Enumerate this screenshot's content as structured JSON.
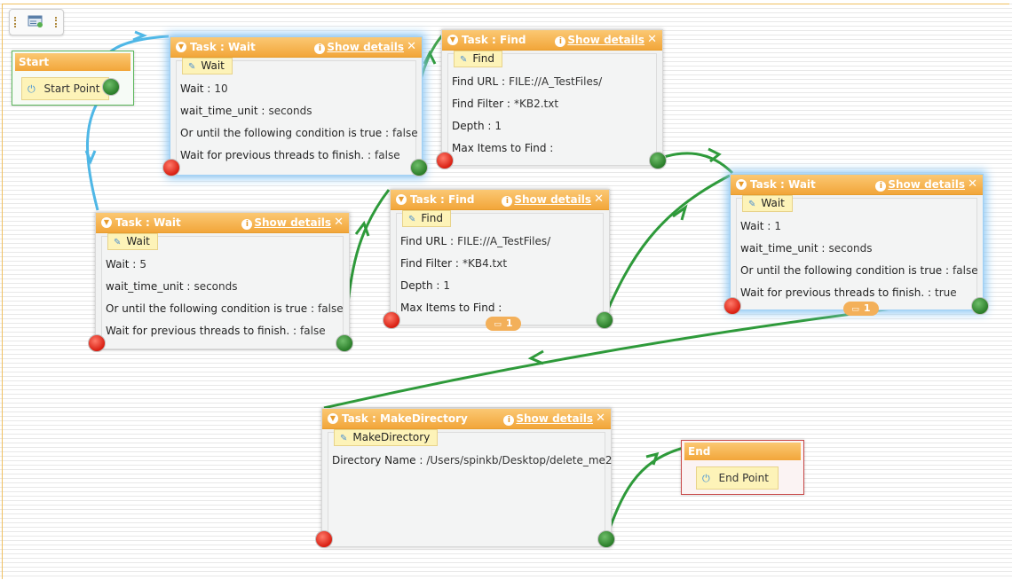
{
  "colors": {
    "header_orange": "#f2a63a",
    "edge_blue": "#4fb7e6",
    "edge_green": "#2e9a3a",
    "port_green": "#2a7d29",
    "port_red": "#d91f12",
    "selection_glow": "#8cc8f4"
  },
  "icons": {
    "toolbar": "properties-icon",
    "collapse": "chevron-down-icon",
    "info": "info-icon",
    "close": "close-icon",
    "edit": "pencil-icon",
    "power": "power-icon",
    "comment": "comment-icon"
  },
  "start": {
    "title": "Start",
    "point_label": "Start Point"
  },
  "end": {
    "title": "End",
    "point_label": "End Point"
  },
  "tasks": [
    {
      "title": "Task : Wait",
      "details": "Show details",
      "name": "Wait",
      "props": [
        {
          "key": "Wait :",
          "value": "10"
        },
        {
          "key": "wait_time_unit :",
          "value": "seconds"
        },
        {
          "key": "Or until the following condition is true :",
          "value": "false"
        },
        {
          "key": "Wait for previous threads to finish. :",
          "value": "false"
        }
      ]
    },
    {
      "title": "Task : Find",
      "details": "Show details",
      "name": "Find",
      "props": [
        {
          "key": "Find URL :",
          "value": "FILE://A_TestFiles/"
        },
        {
          "key": "Find Filter :",
          "value": "*KB2.txt"
        },
        {
          "key": "Depth :",
          "value": "1"
        },
        {
          "key": "Max Items to Find :",
          "value": ""
        }
      ]
    },
    {
      "title": "Task : Wait",
      "details": "Show details",
      "name": "Wait",
      "props": [
        {
          "key": "Wait :",
          "value": "5"
        },
        {
          "key": "wait_time_unit :",
          "value": "seconds"
        },
        {
          "key": "Or until the following condition is true :",
          "value": "false"
        },
        {
          "key": "Wait for previous threads to finish. :",
          "value": "false"
        }
      ]
    },
    {
      "title": "Task : Find",
      "details": "Show details",
      "name": "Find",
      "props": [
        {
          "key": "Find URL :",
          "value": "FILE://A_TestFiles/"
        },
        {
          "key": "Find Filter :",
          "value": "*KB4.txt"
        },
        {
          "key": "Depth :",
          "value": "1"
        },
        {
          "key": "Max Items to Find :",
          "value": ""
        }
      ],
      "badge": "1"
    },
    {
      "title": "Task : Wait",
      "details": "Show details",
      "name": "Wait",
      "props": [
        {
          "key": "Wait :",
          "value": "1"
        },
        {
          "key": "wait_time_unit :",
          "value": "seconds"
        },
        {
          "key": "Or until the following condition is true :",
          "value": "false"
        },
        {
          "key": "Wait for previous threads to finish. :",
          "value": "true"
        }
      ],
      "badge": "1"
    },
    {
      "title": "Task : MakeDirectory",
      "details": "Show details",
      "name": "MakeDirectory",
      "props": [
        {
          "key": "Directory Name :",
          "value": "/Users/spinkb/Desktop/delete_me2"
        }
      ]
    }
  ]
}
